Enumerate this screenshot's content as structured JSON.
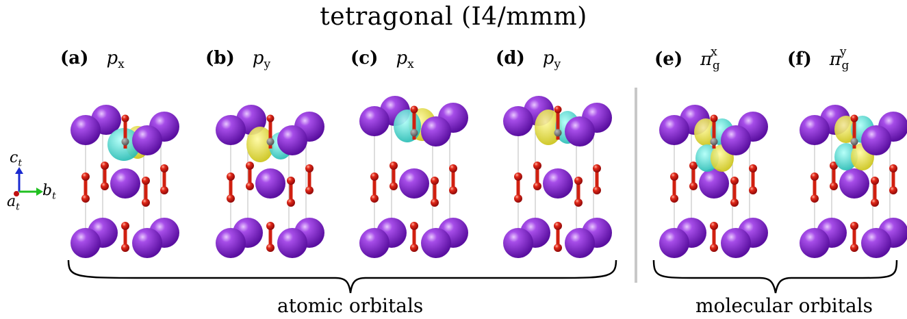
{
  "title": "tetragonal (I4/mmm)",
  "panels": [
    {
      "tag": "(a)",
      "orbital": "p",
      "sub": "x",
      "sup": ""
    },
    {
      "tag": "(b)",
      "orbital": "p",
      "sub": "y",
      "sup": ""
    },
    {
      "tag": "(c)",
      "orbital": "p",
      "sub": "x",
      "sup": ""
    },
    {
      "tag": "(d)",
      "orbital": "p",
      "sub": "y",
      "sup": ""
    },
    {
      "tag": "(e)",
      "orbital": "π",
      "sub": "g",
      "sup": "x"
    },
    {
      "tag": "(f)",
      "orbital": "π",
      "sub": "g",
      "sup": "y"
    }
  ],
  "groups": {
    "atomic": "atomic orbitals",
    "molecular": "molecular orbitals"
  },
  "axes": {
    "c": "c",
    "b": "b",
    "a": "a",
    "subscript": "t"
  },
  "colors": {
    "large_atom": "#8a2be2",
    "small_atom": "#e02020",
    "lobe_positive": "#e8e020",
    "lobe_negative": "#30d8d0",
    "axis_c": "#1a2ad0",
    "axis_b": "#20c020",
    "axis_a": "#c01010"
  }
}
